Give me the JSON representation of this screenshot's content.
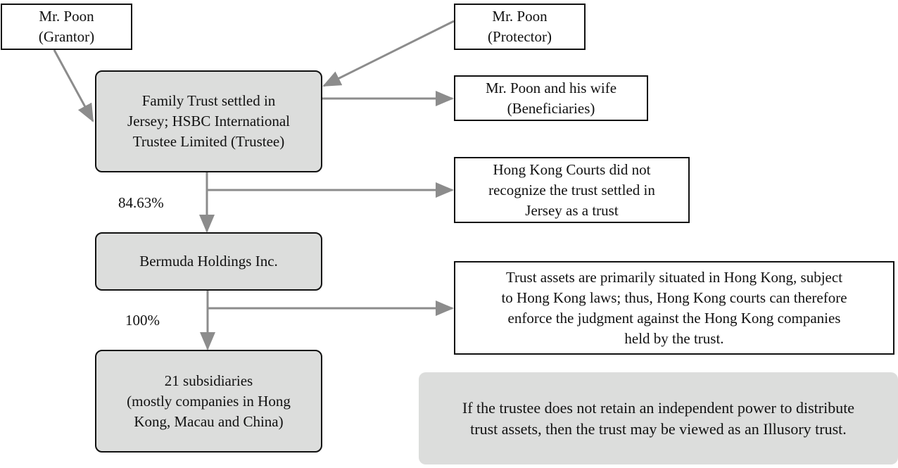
{
  "diagram": {
    "nodes": {
      "grantor": "Mr. Poon\n(Grantor)",
      "protector": "Mr. Poon\n(Protector)",
      "family_trust": "Family Trust settled in\nJersey; HSBC International\nTrustee Limited (Trustee)",
      "beneficiaries": "Mr. Poon and his wife\n(Beneficiaries)",
      "hk_courts_note": "Hong Kong Courts did not\nrecognize the trust settled in\nJersey as a trust",
      "bermuda_holdings": "Bermuda Holdings Inc.",
      "trust_assets_note": "Trust assets are primarily situated in Hong Kong, subject\nto Hong Kong laws; thus, Hong Kong courts can therefore\nenforce the judgment against the Hong Kong companies\nheld by the trust.",
      "subsidiaries": "21 subsidiaries\n(mostly companies in Hong\nKong, Macau and China)",
      "illusory_note": "If the trustee does not retain an independent power to distribute\ntrust assets, then the trust may be viewed as an Illusory trust."
    },
    "edge_labels": {
      "trust_to_bermuda": "84.63%",
      "bermuda_to_subsidiaries": "100%"
    },
    "edges": [
      {
        "from": "grantor",
        "to": "family_trust"
      },
      {
        "from": "protector",
        "to": "family_trust"
      },
      {
        "from": "family_trust",
        "to": "beneficiaries"
      },
      {
        "from": "family_trust",
        "to": "bermuda_holdings",
        "label": "84.63%"
      },
      {
        "from": "family_trust",
        "to": "hk_courts_note"
      },
      {
        "from": "bermuda_holdings",
        "to": "subsidiaries",
        "label": "100%"
      },
      {
        "from": "bermuda_holdings",
        "to": "trust_assets_note"
      }
    ],
    "colors": {
      "arrow": "#8c8c8c",
      "box_fill": "#dcdddc",
      "border": "#111111"
    }
  }
}
